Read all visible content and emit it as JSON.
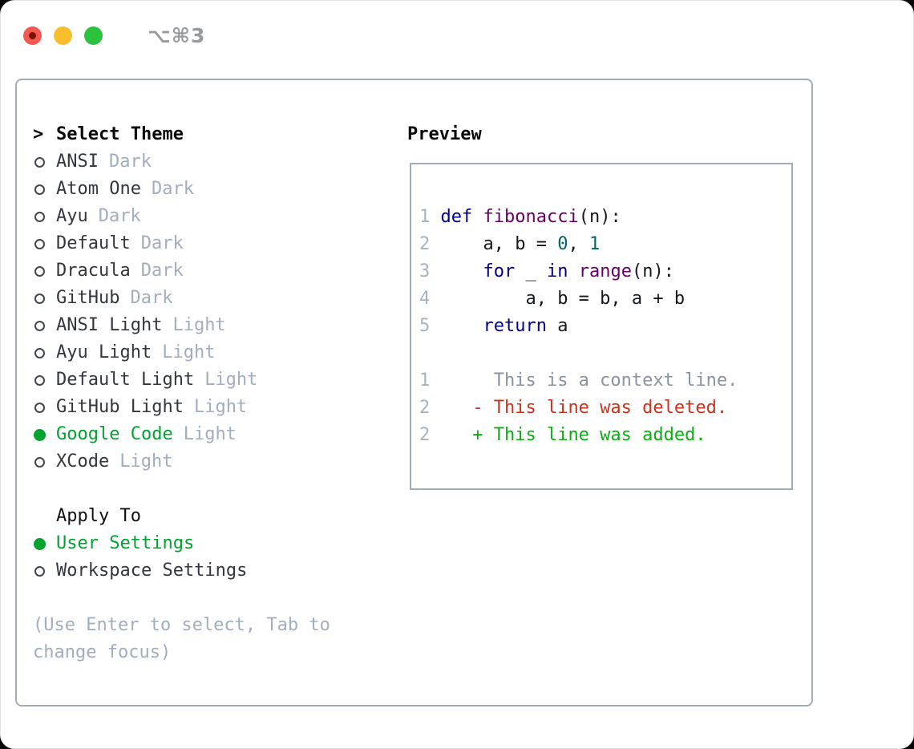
{
  "titlebar": {
    "shortcut": "⌥⌘3"
  },
  "colors": {
    "selection_green": "#00a32e",
    "keyword_navy": "#000088",
    "function_purple": "#660066",
    "number_teal": "#006666",
    "diff_deleted_red": "#c9331b",
    "diff_added_green": "#0cad14",
    "muted_gray": "#a2adbd",
    "panel_border": "#a3abb5",
    "traffic_red": "#f4584e",
    "traffic_yellow": "#f9bd2e",
    "traffic_green": "#2cc13e"
  },
  "theme_panel": {
    "title_marker": ">",
    "title": "Select Theme",
    "themes": [
      {
        "name": "ANSI",
        "tag": "Dark",
        "selected": false
      },
      {
        "name": "Atom One",
        "tag": "Dark",
        "selected": false
      },
      {
        "name": "Ayu",
        "tag": "Dark",
        "selected": false
      },
      {
        "name": "Default",
        "tag": "Dark",
        "selected": false
      },
      {
        "name": "Dracula",
        "tag": "Dark",
        "selected": false
      },
      {
        "name": "GitHub",
        "tag": "Dark",
        "selected": false
      },
      {
        "name": "ANSI Light",
        "tag": "Light",
        "selected": false
      },
      {
        "name": "Ayu Light",
        "tag": "Light",
        "selected": false
      },
      {
        "name": "Default Light",
        "tag": "Light",
        "selected": false
      },
      {
        "name": "GitHub Light",
        "tag": "Light",
        "selected": false
      },
      {
        "name": "Google Code",
        "tag": "Light",
        "selected": true
      },
      {
        "name": "XCode",
        "tag": "Light",
        "selected": false
      }
    ],
    "apply_to": {
      "title": "Apply To",
      "options": [
        {
          "name": "User Settings",
          "selected": true
        },
        {
          "name": "Workspace Settings",
          "selected": false
        }
      ]
    },
    "help_lines": [
      "(Use Enter to select, Tab to",
      "change focus)"
    ]
  },
  "preview": {
    "title": "Preview",
    "code_lines": [
      {
        "tokens": [
          {
            "t": "1 ",
            "c": "ln"
          },
          {
            "t": "def",
            "c": "kw"
          },
          {
            "t": " ",
            "c": "pl"
          },
          {
            "t": "fibonacci",
            "c": "fn"
          },
          {
            "t": "(n):",
            "c": "pl"
          }
        ]
      },
      {
        "tokens": [
          {
            "t": "2 ",
            "c": "ln"
          },
          {
            "t": "    a, b = ",
            "c": "pl"
          },
          {
            "t": "0",
            "c": "num"
          },
          {
            "t": ", ",
            "c": "pl"
          },
          {
            "t": "1",
            "c": "num"
          }
        ]
      },
      {
        "tokens": [
          {
            "t": "3 ",
            "c": "ln"
          },
          {
            "t": "    ",
            "c": "pl"
          },
          {
            "t": "for",
            "c": "kw"
          },
          {
            "t": " _ ",
            "c": "pl"
          },
          {
            "t": "in",
            "c": "kw"
          },
          {
            "t": " ",
            "c": "pl"
          },
          {
            "t": "range",
            "c": "fn"
          },
          {
            "t": "(n):",
            "c": "pl"
          }
        ]
      },
      {
        "tokens": [
          {
            "t": "4 ",
            "c": "ln"
          },
          {
            "t": "        a, b = b, a + b",
            "c": "pl"
          }
        ]
      },
      {
        "tokens": [
          {
            "t": "5 ",
            "c": "ln"
          },
          {
            "t": "    ",
            "c": "pl"
          },
          {
            "t": "return",
            "c": "kw"
          },
          {
            "t": " a",
            "c": "pl"
          }
        ]
      }
    ],
    "diff_lines": [
      {
        "tokens": [
          {
            "t": "1 ",
            "c": "ln"
          },
          {
            "t": "     This is a context line.",
            "c": "ctx"
          }
        ]
      },
      {
        "tokens": [
          {
            "t": "2 ",
            "c": "ln"
          },
          {
            "t": "   - This line was deleted.",
            "c": "del"
          }
        ]
      },
      {
        "tokens": [
          {
            "t": "2 ",
            "c": "ln"
          },
          {
            "t": "   + This line was added.",
            "c": "add"
          }
        ]
      }
    ]
  }
}
